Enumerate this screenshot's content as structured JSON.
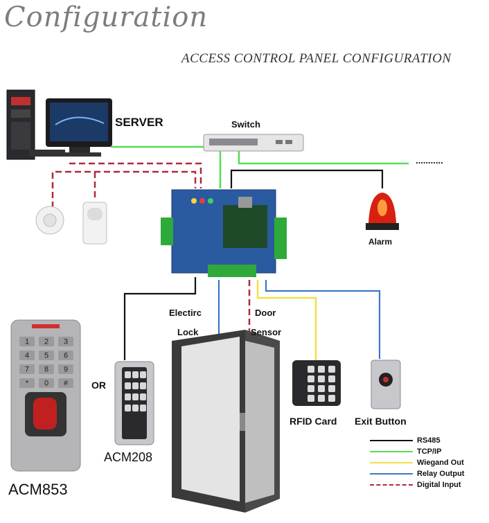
{
  "title": "Configuration",
  "subtitle": "ACCESS CONTROL PANEL CONFIGURATION",
  "labels": {
    "server": "SERVER",
    "switch": "Switch",
    "dots": "...........",
    "alarm": "Alarm",
    "electric_lock_1": "Electirc",
    "electric_lock_2": "Lock",
    "door_sensor_1": "Door",
    "door_sensor_2": "Sensor",
    "or": "OR",
    "acm208": "ACM208",
    "acm853": "ACM853",
    "rfid_card": "RFID Card",
    "exit_button": "Exit Button"
  },
  "legend": [
    {
      "label": "RS485",
      "color": "#111111",
      "style": "solid"
    },
    {
      "label": "TCP/IP",
      "color": "#55dd55",
      "style": "solid"
    },
    {
      "label": "Wiegand Out",
      "color": "#f0e040",
      "style": "solid"
    },
    {
      "label": "Relay Output",
      "color": "#3a78c8",
      "style": "solid"
    },
    {
      "label": "Digital Input",
      "color": "#b0283a",
      "style": "dashed"
    }
  ],
  "keypad_keys": [
    "1",
    "2",
    "3",
    "4",
    "5",
    "6",
    "7",
    "8",
    "9",
    "*",
    "0",
    "#"
  ]
}
